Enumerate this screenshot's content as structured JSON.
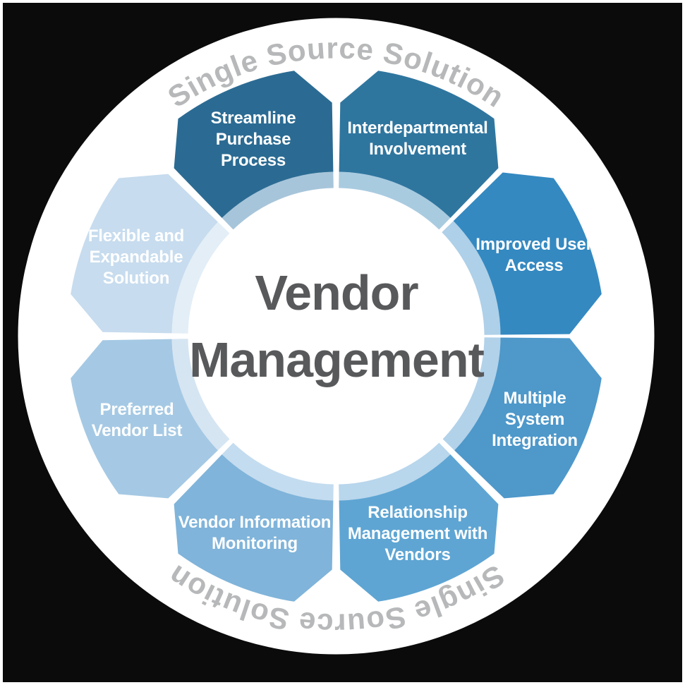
{
  "center": {
    "line1": "Vendor",
    "line2": "Management"
  },
  "ring_text": {
    "top": "Single Source Solution",
    "bottom": "Single Source Solution"
  },
  "colors": {
    "background": "#0b0b0b",
    "circle": "#ffffff",
    "center_text": "#58595b",
    "ring_text": "#b7b8b9",
    "segment_label_text": "#ffffff"
  },
  "segments": [
    {
      "name": "interdepartmental-involvement",
      "lines": [
        "Interdepartmental",
        "Involvement",
        ""
      ],
      "color": "#2f769f",
      "band_color": "#a9cbe0"
    },
    {
      "name": "improved-user-access",
      "lines": [
        "Improved User",
        "Access",
        ""
      ],
      "color": "#3489c1",
      "band_color": "#aed0e8"
    },
    {
      "name": "multiple-system-integration",
      "lines": [
        "Multiple",
        "System",
        "Integration"
      ],
      "color": "#4e98ca",
      "band_color": "#b2d2ea"
    },
    {
      "name": "relationship-management-with-vendors",
      "lines": [
        "Relationship",
        "Management with",
        "Vendors"
      ],
      "color": "#5ea5d3",
      "band_color": "#b8d6ec"
    },
    {
      "name": "vendor-information-monitoring",
      "lines": [
        "Vendor Information",
        "Monitoring",
        ""
      ],
      "color": "#80b4da",
      "band_color": "#c4dcef"
    },
    {
      "name": "preferred-vendor-list",
      "lines": [
        "Preferred",
        "Vendor List",
        ""
      ],
      "color": "#a5c9e4",
      "band_color": "#d6e5f2"
    },
    {
      "name": "flexible-expandable-solution",
      "lines": [
        "Flexible and",
        "Expandable",
        "Solution"
      ],
      "color": "#c7dcee",
      "band_color": "#e3eef7"
    },
    {
      "name": "streamline-purchase-process",
      "lines": [
        "Streamline",
        "Purchase",
        "Process"
      ],
      "color": "#2b6b93",
      "band_color": "#a7c5da"
    }
  ]
}
